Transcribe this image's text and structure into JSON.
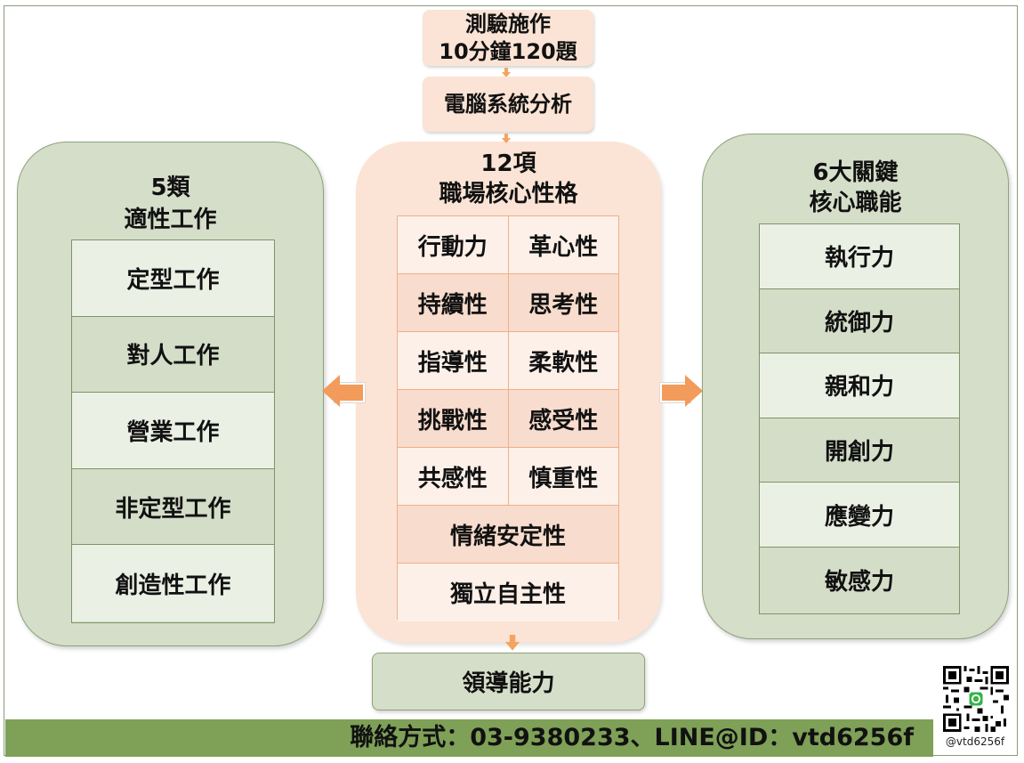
{
  "process": {
    "step1_line1": "測驗施作",
    "step1_line2": "10分鐘120題",
    "step2": "電腦系統分析"
  },
  "left_panel": {
    "title_line1": "5類",
    "title_line2": "適性工作",
    "items": [
      "定型工作",
      "對人工作",
      "營業工作",
      "非定型工作",
      "創造性工作"
    ]
  },
  "center_panel": {
    "title_line1": "12項",
    "title_line2": "職場核心性格",
    "grid": [
      [
        "行動力",
        "革心性"
      ],
      [
        "持續性",
        "思考性"
      ],
      [
        "指導性",
        "柔軟性"
      ],
      [
        "挑戰性",
        "感受性"
      ],
      [
        "共感性",
        "慎重性"
      ]
    ],
    "wide": [
      "情緒安定性",
      "獨立自主性"
    ]
  },
  "right_panel": {
    "title_line1": "6大關鍵",
    "title_line2": "核心職能",
    "items": [
      "執行力",
      "統御力",
      "親和力",
      "開創力",
      "應變力",
      "敏感力"
    ]
  },
  "bottom_box": "領導能力",
  "contact": "聯絡方式：03-9380233、LINE@ID：vtd6256f",
  "qr_caption": "@vtd6256f",
  "colors": {
    "orange_fill": "#fbe4d5",
    "green_fill": "#d5dec9",
    "arrow": "#f29b5a",
    "contact_bar": "#7fa057"
  }
}
